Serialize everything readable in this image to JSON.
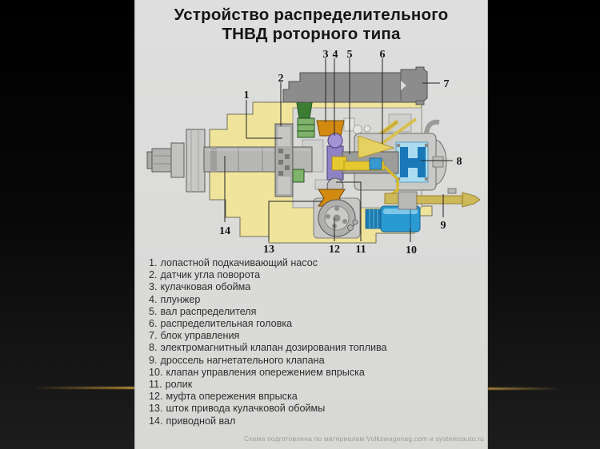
{
  "slide": {
    "title": [
      "Устройство распределительного",
      "ТНВД роторного типа"
    ],
    "caption": "Схема подготовлена по материалам Volkswagenag.com и systemsauto.ru"
  },
  "legend": {
    "items": [
      {
        "num": "1.",
        "label": "лопастной подкачивающий насос"
      },
      {
        "num": "2.",
        "label": "датчик угла поворота"
      },
      {
        "num": "3.",
        "label": "кулачковая обойма"
      },
      {
        "num": "4.",
        "label": "плунжер"
      },
      {
        "num": "5.",
        "label": "вал распределителя"
      },
      {
        "num": "6.",
        "label": "распределительная головка"
      },
      {
        "num": "7.",
        "label": "блок управления"
      },
      {
        "num": "8.",
        "label": "электромагнитный клапан дозирования топлива"
      },
      {
        "num": "9.",
        "label": "дроссель нагнетательного клапана"
      },
      {
        "num": "10.",
        "label": "клапан управления опережением впрыска"
      },
      {
        "num": "11.",
        "label": "ролик"
      },
      {
        "num": "12.",
        "label": "муфта опережения впрыска"
      },
      {
        "num": "13.",
        "label": "шток привода кулачковой обоймы"
      },
      {
        "num": "14.",
        "label": "приводной вал"
      }
    ]
  },
  "diagram": {
    "callouts": [
      {
        "n": "1"
      },
      {
        "n": "2"
      },
      {
        "n": "3"
      },
      {
        "n": "4"
      },
      {
        "n": "5"
      },
      {
        "n": "6"
      },
      {
        "n": "7"
      },
      {
        "n": "8"
      },
      {
        "n": "9"
      },
      {
        "n": "10"
      },
      {
        "n": "11"
      },
      {
        "n": "12"
      },
      {
        "n": "13"
      },
      {
        "n": "14"
      }
    ]
  },
  "colors": {
    "housing": "#f0e49c",
    "control_unit": "#8c8c8c",
    "head": "#c9c9c7",
    "cavity": "#d9d9d7",
    "valve_cyan": "#a9dcf0",
    "valve_blue": "#1878b8",
    "solenoid_blue": "#2a9ad2",
    "sensor_green": "#3a7d33",
    "sensor_green_light": "#7fb36a",
    "cam_orange": "#d28a10",
    "plunger_purple": "#8f82c4",
    "rod_tan": "#cdb85a",
    "fuel_yellow": "#e6c830",
    "metal_gray": "#b6b6b4"
  }
}
